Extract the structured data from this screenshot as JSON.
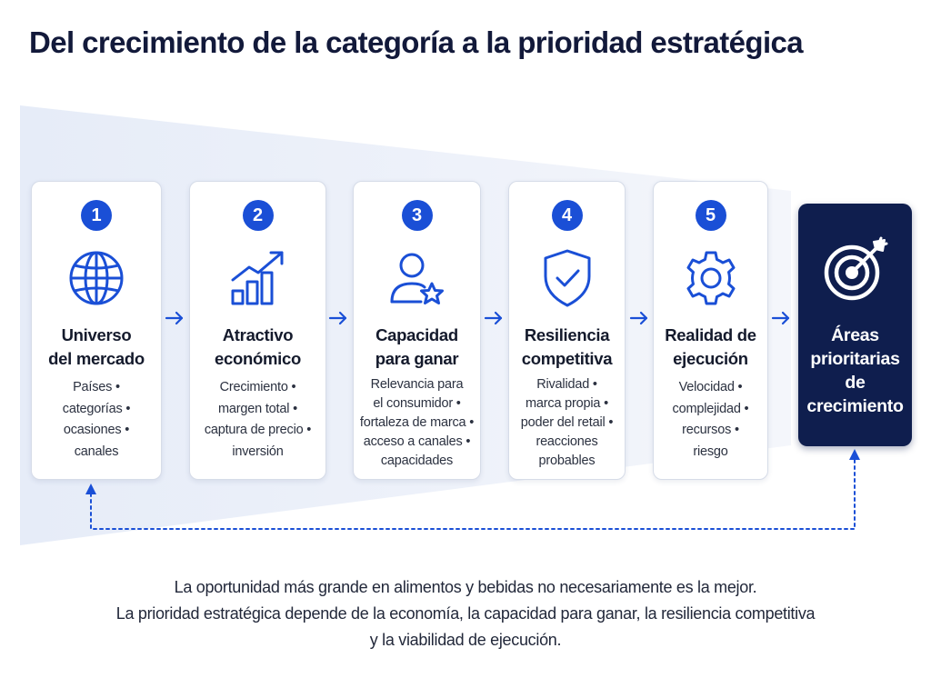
{
  "title": "Del crecimiento de la categoría a la prioridad estratégica",
  "colors": {
    "accent": "#1a4fd6",
    "final_box": "#0f1e4e",
    "funnel": "#eef2fb",
    "card_border": "#d6dce8"
  },
  "steps": [
    {
      "number": "1",
      "icon": "globe-icon",
      "title_lines": [
        "Universo",
        "del mercado"
      ],
      "desc_lines": [
        "Países •",
        "categorías •",
        "ocasiones •",
        "canales"
      ]
    },
    {
      "number": "2",
      "icon": "growth-chart-icon",
      "title_lines": [
        "Atractivo",
        "económico"
      ],
      "desc_lines": [
        "Crecimiento •",
        "margen total •",
        "captura de precio •",
        "inversión"
      ]
    },
    {
      "number": "3",
      "icon": "person-star-icon",
      "title_lines": [
        "Capacidad",
        "para ganar"
      ],
      "desc_lines": [
        "Relevancia para",
        "el consumidor •",
        "fortaleza de marca •",
        "acceso a canales •",
        "capacidades"
      ]
    },
    {
      "number": "4",
      "icon": "shield-check-icon",
      "title_lines": [
        "Resiliencia",
        "competitiva"
      ],
      "desc_lines": [
        "Rivalidad •",
        "marca propia •",
        "poder del retail •",
        "reacciones",
        "probables"
      ]
    },
    {
      "number": "5",
      "icon": "gear-icon",
      "title_lines": [
        "Realidad de",
        "ejecución"
      ],
      "desc_lines": [
        "Velocidad •",
        "complejidad •",
        "recursos •",
        "riesgo"
      ]
    }
  ],
  "final": {
    "icon": "target-arrow-icon",
    "title_lines": [
      "Áreas",
      "prioritarias",
      "de",
      "crecimiento"
    ]
  },
  "footer": {
    "lines": [
      "La oportunidad más grande en alimentos y bebidas no necesariamente es la mejor.",
      "La prioridad estratégica depende de la economía, la capacidad para ganar, la resiliencia competitiva",
      "y la viabilidad de ejecución."
    ]
  }
}
